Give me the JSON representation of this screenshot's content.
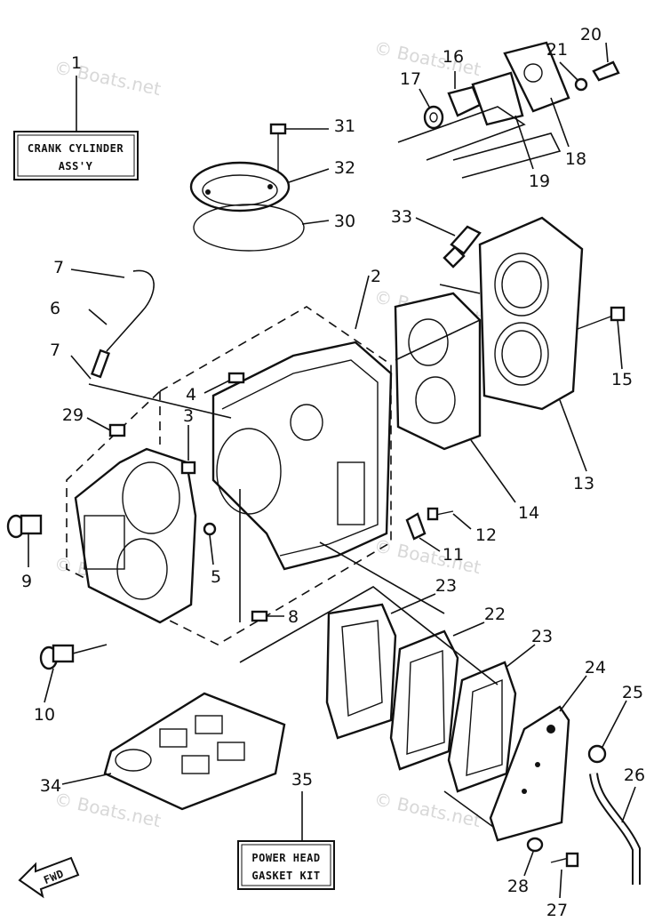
{
  "boxes": {
    "crank_cylinder": [
      "CRANK CYLINDER",
      "ASS'Y"
    ],
    "power_head": [
      "POWER HEAD",
      "GASKET KIT"
    ],
    "fwd": "FWD"
  },
  "watermark": "© Boats.net",
  "parts": {
    "p1": "1",
    "p2": "2",
    "p3": "3",
    "p4": "4",
    "p5": "5",
    "p6": "6",
    "p7a": "7",
    "p7b": "7",
    "p8": "8",
    "p9": "9",
    "p10": "10",
    "p11": "11",
    "p12": "12",
    "p13": "13",
    "p14": "14",
    "p15": "15",
    "p16": "16",
    "p17": "17",
    "p18": "18",
    "p19": "19",
    "p20": "20",
    "p21": "21",
    "p22": "22",
    "p23a": "23",
    "p23b": "23",
    "p24": "24",
    "p25": "25",
    "p26": "26",
    "p27": "27",
    "p28": "28",
    "p29": "29",
    "p30": "30",
    "p31": "31",
    "p32": "32",
    "p33": "33",
    "p34": "34",
    "p35": "35"
  }
}
